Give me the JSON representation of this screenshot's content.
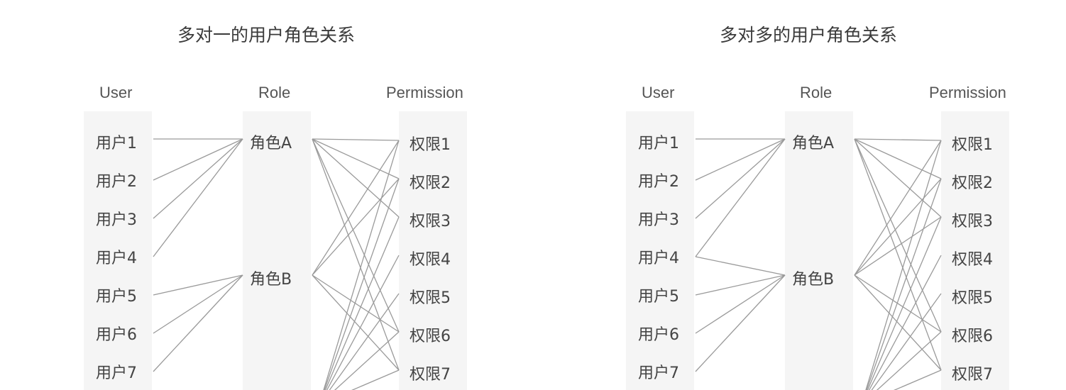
{
  "panels": [
    {
      "title": "多对一的用户角色关系",
      "headers": {
        "user": "User",
        "role": "Role",
        "permission": "Permission"
      },
      "users": [
        "用户1",
        "用户2",
        "用户3",
        "用户4",
        "用户5",
        "用户6",
        "用户7"
      ],
      "roles": [
        "角色A",
        "角色B"
      ],
      "permissions": [
        "权限1",
        "权限2",
        "权限3",
        "权限4",
        "权限5",
        "权限6",
        "权限7"
      ],
      "user_role_links": [
        [
          0,
          0
        ],
        [
          1,
          0
        ],
        [
          2,
          0
        ],
        [
          3,
          0
        ],
        [
          4,
          1
        ],
        [
          5,
          1
        ],
        [
          6,
          1
        ]
      ],
      "role_permission_links": [
        [
          0,
          0
        ],
        [
          0,
          1
        ],
        [
          0,
          2
        ],
        [
          0,
          5
        ],
        [
          0,
          6
        ],
        [
          1,
          0
        ],
        [
          1,
          1
        ],
        [
          1,
          5
        ],
        [
          1,
          6
        ]
      ]
    },
    {
      "title": "多对多的用户角色关系",
      "headers": {
        "user": "User",
        "role": "Role",
        "permission": "Permission"
      },
      "users": [
        "用户1",
        "用户2",
        "用户3",
        "用户4",
        "用户5",
        "用户6",
        "用户7"
      ],
      "roles": [
        "角色A",
        "角色B"
      ],
      "permissions": [
        "权限1",
        "权限2",
        "权限3",
        "权限4",
        "权限5",
        "权限6",
        "权限7"
      ],
      "user_role_links": [
        [
          0,
          0
        ],
        [
          1,
          0
        ],
        [
          2,
          0
        ],
        [
          3,
          0
        ],
        [
          3,
          1
        ],
        [
          4,
          1
        ],
        [
          5,
          1
        ],
        [
          6,
          1
        ]
      ],
      "role_permission_links": [
        [
          0,
          0
        ],
        [
          0,
          1
        ],
        [
          0,
          2
        ],
        [
          0,
          5
        ],
        [
          0,
          6
        ],
        [
          1,
          0
        ],
        [
          1,
          1
        ],
        [
          1,
          2
        ],
        [
          1,
          5
        ],
        [
          1,
          6
        ]
      ]
    }
  ]
}
